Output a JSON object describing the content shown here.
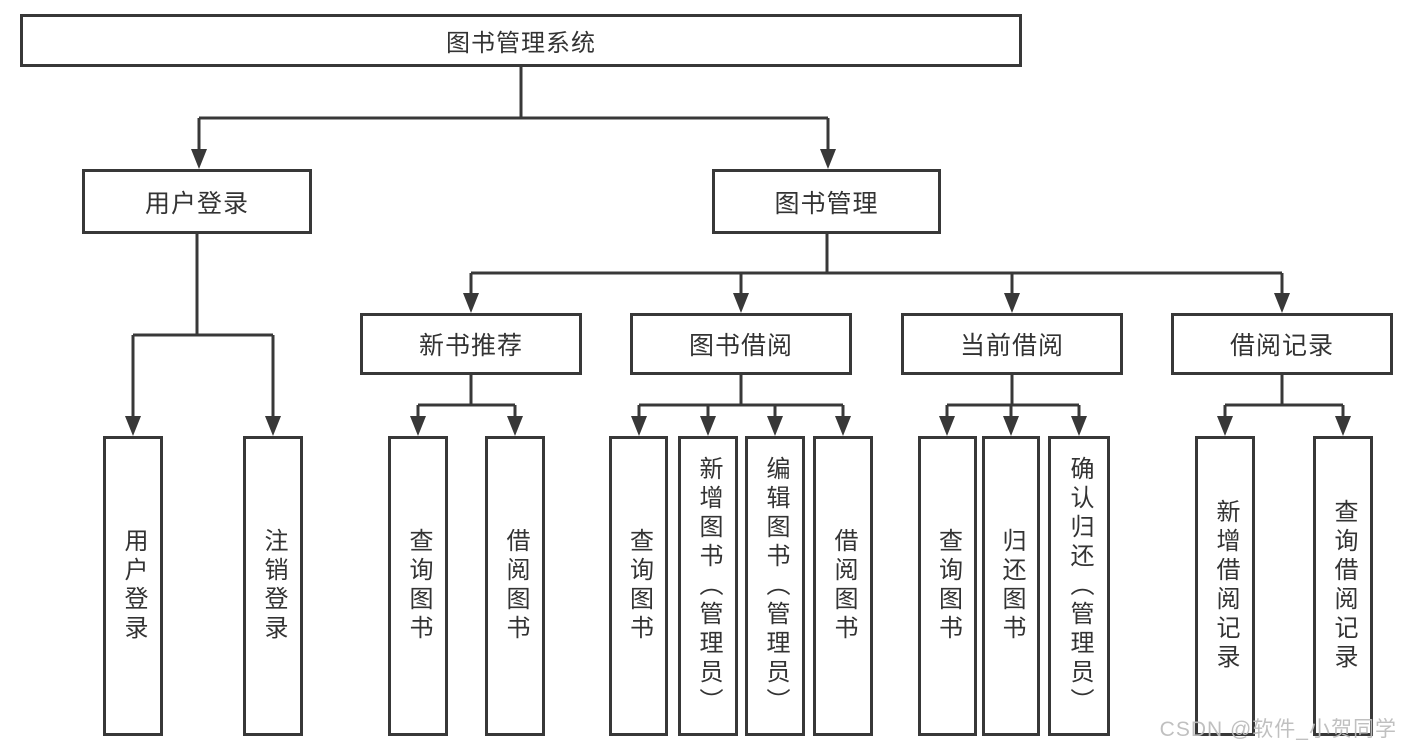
{
  "tree": {
    "root": {
      "label": "图书管理系统"
    },
    "branches": [
      {
        "label": "用户登录",
        "children": [
          {
            "label": "用户登录"
          },
          {
            "label": "注销登录"
          }
        ]
      },
      {
        "label": "图书管理",
        "children": [
          {
            "label": "新书推荐",
            "children": [
              {
                "label": "查询图书"
              },
              {
                "label": "借阅图书"
              }
            ]
          },
          {
            "label": "图书借阅",
            "children": [
              {
                "label": "查询图书"
              },
              {
                "label": "新增图书（管理员）"
              },
              {
                "label": "编辑图书（管理员）"
              },
              {
                "label": "借阅图书"
              }
            ]
          },
          {
            "label": "当前借阅",
            "children": [
              {
                "label": "查询图书"
              },
              {
                "label": "归还图书"
              },
              {
                "label": "确认归还（管理员）"
              }
            ]
          },
          {
            "label": "借阅记录",
            "children": [
              {
                "label": "新增借阅记录"
              },
              {
                "label": "查询借阅记录"
              }
            ]
          }
        ]
      }
    ]
  },
  "watermark": "CSDN @软件_小贺同学",
  "colors": {
    "line": "#383838",
    "box_border": "#383838",
    "box_background": "#ffffff",
    "text": "#333333",
    "watermark": "#bdbdbd",
    "background": "#ffffff"
  }
}
